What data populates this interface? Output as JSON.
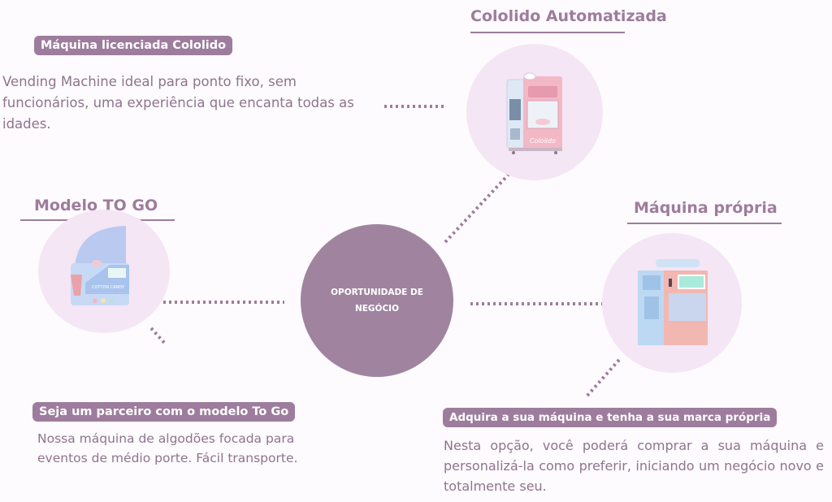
{
  "center": {
    "label": "OPORTUNIDADE DE NEGÓCIO"
  },
  "top_right": {
    "title": "Cololido Automatizada",
    "machine_logo": "Cololido"
  },
  "top_left": {
    "pill": "Máquina licenciada Cololido",
    "description": "Vending Machine ideal para ponto fixo, sem funcionários, uma experiência que encanta todas as idades."
  },
  "left": {
    "title": "Modelo TO GO",
    "machine_panel_text": "COTTON CANDY"
  },
  "bottom_left": {
    "pill": "Seja um parceiro com o modelo To Go",
    "description": "Nossa máquina de algodões focada para eventos de médio porte. Fácil transporte."
  },
  "right": {
    "title": "Máquina própria"
  },
  "bottom_right": {
    "pill": "Adquira a sua máquina e tenha a sua marca própria",
    "description": "Nesta opção, você poderá comprar a sua máquina e personalizá-la como preferir, iniciando um negócio novo e totalmente seu."
  },
  "colors": {
    "accent": "#9e7c9d",
    "center": "#a0849f",
    "circle_bg": "#f4e6f5",
    "text": "#8f748e"
  }
}
